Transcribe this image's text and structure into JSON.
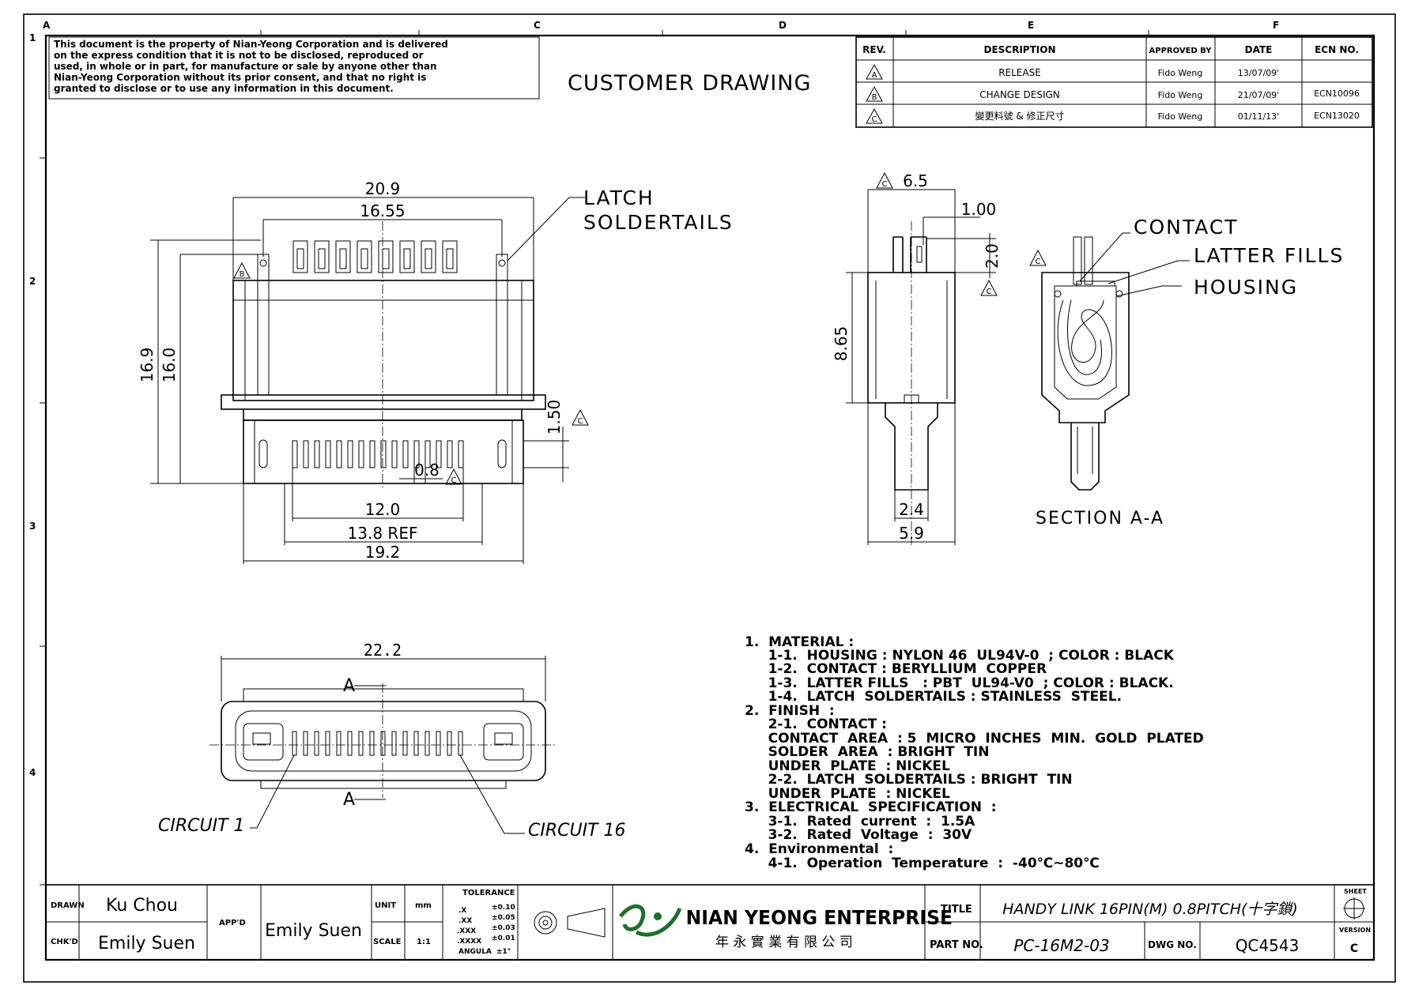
{
  "border": {
    "col_labels": [
      "A",
      "C",
      "D",
      "E",
      "F"
    ],
    "row_labels": [
      "1",
      "2",
      "3",
      "4"
    ]
  },
  "disclaimer_lines": [
    "This document is the property of Nian-Yeong Corporation and is delivered",
    "on the express condition that it is not to be disclosed, reproduced or",
    "used, in whole or in part, for manufacture or sale by anyone other than",
    "Nian-Yeong Corporation without its prior consent, and that no right is",
    "granted to disclose or to use any information in this document."
  ],
  "drawing_title": "CUSTOMER DRAWING",
  "revision_table": {
    "headers": [
      "REV.",
      "DESCRIPTION",
      "APPROVED BY",
      "DATE",
      "ECN NO."
    ],
    "rows": [
      {
        "rev": "A",
        "description": "RELEASE",
        "approved_by": "Fido Weng",
        "date": "13/07/09'",
        "ecn": ""
      },
      {
        "rev": "B",
        "description": "CHANGE DESIGN",
        "approved_by": "Fido Weng",
        "date": "21/07/09'",
        "ecn": "ECN10096"
      },
      {
        "rev": "C",
        "description": "變更料號 & 修正尺寸",
        "approved_by": "Fido Weng",
        "date": "01/11/13'",
        "ecn": "ECN13020"
      }
    ]
  },
  "front_view": {
    "dims": {
      "overall_width": "20.9",
      "latch_span": "16.55",
      "overall_height": "16.9",
      "body_height": "16.0",
      "tail_offset": "1.50",
      "pitch": "0.8",
      "tail_span": "12.0",
      "ref_width": "13.8 REF",
      "base_width": "19.2"
    },
    "callout_latch_1": "LATCH",
    "callout_latch_2": "SOLDERTAILS",
    "rev_marks": [
      "B",
      "C",
      "C"
    ]
  },
  "side_view": {
    "dims": {
      "top_width": "6.5",
      "tail_width": "1.00",
      "tail_height": "2.0",
      "body_height": "8.65",
      "nose_width": "2.4",
      "bottom_width": "5.9"
    },
    "rev_marks": [
      "C",
      "C"
    ]
  },
  "section_view": {
    "label": "SECTION  A-A",
    "callouts": [
      "CONTACT",
      "LATTER FILLS",
      "HOUSING"
    ],
    "rev_mark": "C"
  },
  "bottom_view": {
    "width_dim": "22.2",
    "section_mark": "A",
    "circuit_first": "CIRCUIT 1",
    "circuit_last": "CIRCUIT 16"
  },
  "notes": [
    "1.  MATERIAL :",
    "     1-1.  HOUSING : NYLON 46  UL94V-0  ; COLOR : BLACK",
    "     1-2.  CONTACT : BERYLLIUM  COPPER",
    "     1-3.  LATTER FILLS   : PBT  UL94-V0  ; COLOR : BLACK.",
    "     1-4.  LATCH  SOLDERTAILS : STAINLESS  STEEL.",
    "2.  FINISH  :",
    "     2-1.  CONTACT :",
    "     CONTACT  AREA  : 5  MICRO  INCHES  MIN.  GOLD  PLATED",
    "     SOLDER  AREA  : BRIGHT  TIN",
    "     UNDER  PLATE  : NICKEL",
    "     2-2.  LATCH  SOLDERTAILS : BRIGHT  TIN",
    "     UNDER  PLATE  : NICKEL",
    "3.  ELECTRICAL  SPECIFICATION  :",
    "     3-1.  Rated  current  :  1.5A",
    "     3-2.  Rated  Voltage  :  30V",
    "4.  Environmental  :",
    "     4-1.  Operation  Temperature  :  -40℃~80℃"
  ],
  "title_block": {
    "drawn_label": "DRAWN",
    "drawn": "Ku Chou",
    "checked_label": "CHK'D",
    "checked": "Emily Suen",
    "approved_label": "APP'D",
    "approved": "Emily Suen",
    "unit_label": "UNIT",
    "unit": "mm",
    "scale_label": "SCALE",
    "scale": "1:1",
    "tolerance_label": "TOLERANCE",
    "tolerances": [
      {
        "k": ".X",
        "v": "±0.10"
      },
      {
        "k": ".XX",
        "v": "±0.05"
      },
      {
        "k": ".XXX",
        "v": "±0.03"
      },
      {
        "k": ".XXXX",
        "v": "±0.01"
      },
      {
        "k": "ANGULA",
        "v": "±1°"
      }
    ],
    "company_name": "NIAN YEONG ENTERPRISE",
    "company_chinese": "年 永 實 業 有 限 公 司",
    "title_label": "TITLE",
    "title": "HANDY LINK 16PIN(M) 0.8PITCH(十字鎖)",
    "part_label": "PART NO.",
    "part_no": "PC-16M2-03",
    "dwg_label": "DWG NO.",
    "dwg_no": "QC4543",
    "sheet_label": "SHEET",
    "version_label": "VERSION",
    "version": "C"
  }
}
